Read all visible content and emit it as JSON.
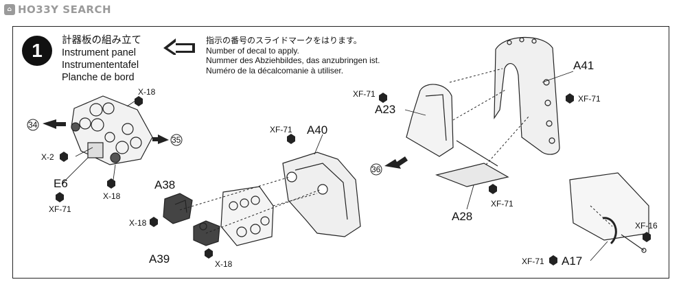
{
  "watermark": {
    "text": "HO33Y SEARCH"
  },
  "step": {
    "number": "1",
    "title_jp": "計器板の組み立て",
    "title_en": "Instrument panel",
    "title_de": "Instrumententafel",
    "title_fr": "Planche de bord"
  },
  "decal_legend": {
    "jp": "指示の番号のスライドマークをはります。",
    "en": "Number of decal to apply.",
    "de": "Nummer des Abziehbildes, das anzubringen ist.",
    "fr": "Numéro de la décalcomanie à utiliser."
  },
  "parts": {
    "E6": "E6",
    "A38": "A38",
    "A39": "A39",
    "A40": "A40",
    "A23": "A23",
    "A28": "A28",
    "A41": "A41",
    "A17": "A17"
  },
  "paints": {
    "x18_top": "X-18",
    "x2": "X-2",
    "x18_mid": "X-18",
    "xf71_e6": "XF-71",
    "xf71_a40": "XF-71",
    "x18_a38": "X-18",
    "x18_a39": "X-18",
    "xf71_a23": "XF-71",
    "xf71_a41": "XF-71",
    "xf71_a28": "XF-71",
    "xf16": "XF-16",
    "xf71_a17": "XF-71"
  },
  "decals": {
    "d34": "34",
    "d35": "35",
    "d36": "36"
  }
}
